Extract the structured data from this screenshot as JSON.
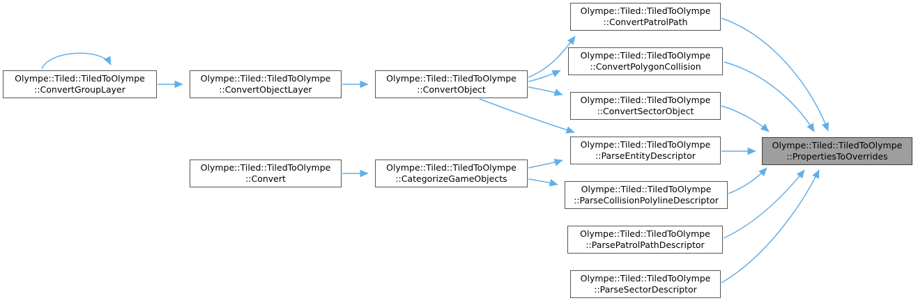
{
  "diagram": {
    "type": "call-graph",
    "namespace_prefix": "Olympe::Tiled::TiledToOlympe",
    "edge_color": "#62aee8",
    "node_border_color": "#545454",
    "highlight_fill_color": "#9e9e9e",
    "nodes": [
      {
        "id": "ConvertGroupLayer",
        "line1": "Olympe::Tiled::TiledToOlympe",
        "line2": "::ConvertGroupLayer",
        "highlighted": false
      },
      {
        "id": "ConvertObjectLayer",
        "line1": "Olympe::Tiled::TiledToOlympe",
        "line2": "::ConvertObjectLayer",
        "highlighted": false
      },
      {
        "id": "ConvertObject",
        "line1": "Olympe::Tiled::TiledToOlympe",
        "line2": "::ConvertObject",
        "highlighted": false
      },
      {
        "id": "ConvertPatrolPath",
        "line1": "Olympe::Tiled::TiledToOlympe",
        "line2": "::ConvertPatrolPath",
        "highlighted": false
      },
      {
        "id": "ConvertPolygonCollision",
        "line1": "Olympe::Tiled::TiledToOlympe",
        "line2": "::ConvertPolygonCollision",
        "highlighted": false
      },
      {
        "id": "ConvertSectorObject",
        "line1": "Olympe::Tiled::TiledToOlympe",
        "line2": "::ConvertSectorObject",
        "highlighted": false
      },
      {
        "id": "ParseEntityDescriptor",
        "line1": "Olympe::Tiled::TiledToOlympe",
        "line2": "::ParseEntityDescriptor",
        "highlighted": false
      },
      {
        "id": "ParseCollisionPolylineDescriptor",
        "line1": "Olympe::Tiled::TiledToOlympe",
        "line2": "::ParseCollisionPolylineDescriptor",
        "highlighted": false
      },
      {
        "id": "ParsePatrolPathDescriptor",
        "line1": "Olympe::Tiled::TiledToOlympe",
        "line2": "::ParsePatrolPathDescriptor",
        "highlighted": false
      },
      {
        "id": "ParseSectorDescriptor",
        "line1": "Olympe::Tiled::TiledToOlympe",
        "line2": "::ParseSectorDescriptor",
        "highlighted": false
      },
      {
        "id": "Convert",
        "line1": "Olympe::Tiled::TiledToOlympe",
        "line2": "::Convert",
        "highlighted": false
      },
      {
        "id": "CategorizeGameObjects",
        "line1": "Olympe::Tiled::TiledToOlympe",
        "line2": "::CategorizeGameObjects",
        "highlighted": false
      },
      {
        "id": "PropertiesToOverrides",
        "line1": "Olympe::Tiled::TiledToOlympe",
        "line2": "::PropertiesToOverrides",
        "highlighted": true
      }
    ],
    "edges": [
      {
        "from": "ConvertGroupLayer",
        "to": "ConvertGroupLayer"
      },
      {
        "from": "ConvertGroupLayer",
        "to": "ConvertObjectLayer"
      },
      {
        "from": "ConvertObjectLayer",
        "to": "ConvertObject"
      },
      {
        "from": "ConvertObject",
        "to": "ConvertPatrolPath"
      },
      {
        "from": "ConvertObject",
        "to": "ConvertPolygonCollision"
      },
      {
        "from": "ConvertObject",
        "to": "ConvertSectorObject"
      },
      {
        "from": "ConvertObject",
        "to": "ParseEntityDescriptor"
      },
      {
        "from": "Convert",
        "to": "CategorizeGameObjects"
      },
      {
        "from": "CategorizeGameObjects",
        "to": "ParseEntityDescriptor"
      },
      {
        "from": "CategorizeGameObjects",
        "to": "ParseCollisionPolylineDescriptor"
      },
      {
        "from": "ConvertPatrolPath",
        "to": "PropertiesToOverrides"
      },
      {
        "from": "ConvertPolygonCollision",
        "to": "PropertiesToOverrides"
      },
      {
        "from": "ConvertSectorObject",
        "to": "PropertiesToOverrides"
      },
      {
        "from": "ParseEntityDescriptor",
        "to": "PropertiesToOverrides"
      },
      {
        "from": "ParseCollisionPolylineDescriptor",
        "to": "PropertiesToOverrides"
      },
      {
        "from": "ParsePatrolPathDescriptor",
        "to": "PropertiesToOverrides"
      },
      {
        "from": "ParseSectorDescriptor",
        "to": "PropertiesToOverrides"
      }
    ]
  }
}
